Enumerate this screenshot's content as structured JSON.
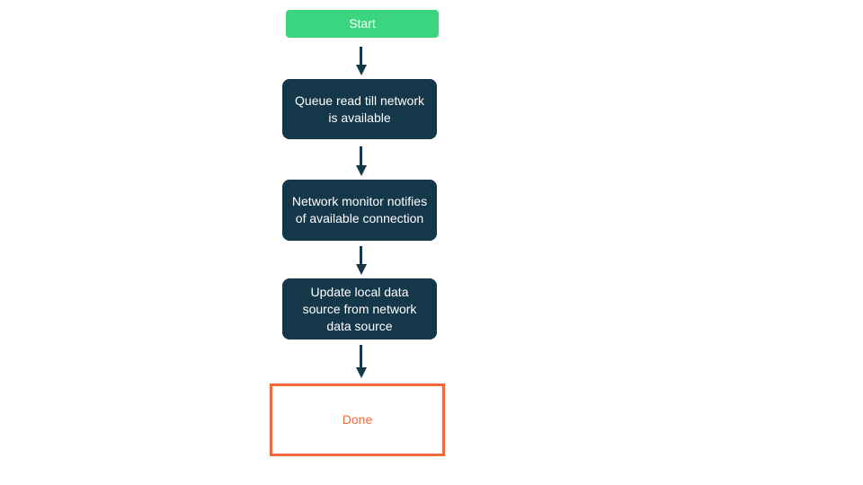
{
  "diagram": {
    "type": "flowchart",
    "direction": "top-down",
    "nodes": [
      {
        "id": "start",
        "type": "start",
        "label": "Start"
      },
      {
        "id": "queue-read",
        "type": "process",
        "label": "Queue read till network is available"
      },
      {
        "id": "network-monitor",
        "type": "process",
        "label": "Network monitor notifies of available connection"
      },
      {
        "id": "update-local",
        "type": "process",
        "label": "Update local data source from network data source"
      },
      {
        "id": "done",
        "type": "end",
        "label": "Done"
      }
    ],
    "edges": [
      {
        "from": "start",
        "to": "queue-read"
      },
      {
        "from": "queue-read",
        "to": "network-monitor"
      },
      {
        "from": "network-monitor",
        "to": "update-local"
      },
      {
        "from": "update-local",
        "to": "done"
      }
    ],
    "colors": {
      "start_fill": "#3BD57F",
      "process_fill": "#14374A",
      "process_text": "#FFFFFF",
      "arrow": "#14374A",
      "done_border": "#F2683A",
      "done_text": "#F2683A",
      "background": "#FFFFFF"
    }
  }
}
